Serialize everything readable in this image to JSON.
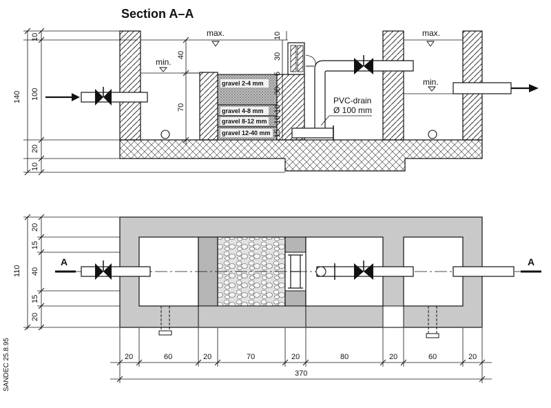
{
  "title": "Section A–A",
  "labels": {
    "max_left": "max.",
    "max_right": "max.",
    "min_left": "min.",
    "min_right": "min.",
    "pvc_drain": "PVC-drain",
    "pvc_diameter": "Ø 100 mm",
    "section_mark_left": "A",
    "section_mark_right": "A",
    "credit": "SANDEC 25.8.95"
  },
  "gravel_layers": [
    "gravel 2-4 mm",
    "gravel 4-8 mm",
    "gravel 8-12 mm",
    "gravel 12-40 mm"
  ],
  "section_dims": {
    "overall_height": "140",
    "top_left": "10",
    "water_depth": "100",
    "floor": "20",
    "base_a": "10",
    "base_b": "20",
    "inner_40": "40",
    "inner_70": "70",
    "top_10": "10",
    "drain_30": "30",
    "five": "5",
    "filter_30": "30",
    "filter_10": "10",
    "layer_10a": "10",
    "layer_10b": "10",
    "layer_15": "15"
  },
  "plan_dims": {
    "overall_width": "110",
    "rows": [
      "20",
      "15",
      "40",
      "15",
      "20"
    ],
    "columns": [
      "20",
      "60",
      "20",
      "70",
      "20",
      "80",
      "20",
      "60",
      "20"
    ],
    "total_length": "370"
  },
  "colors": {
    "line": "#111111",
    "plan_wall": "#c9c9c9",
    "hatch": "#444444"
  }
}
